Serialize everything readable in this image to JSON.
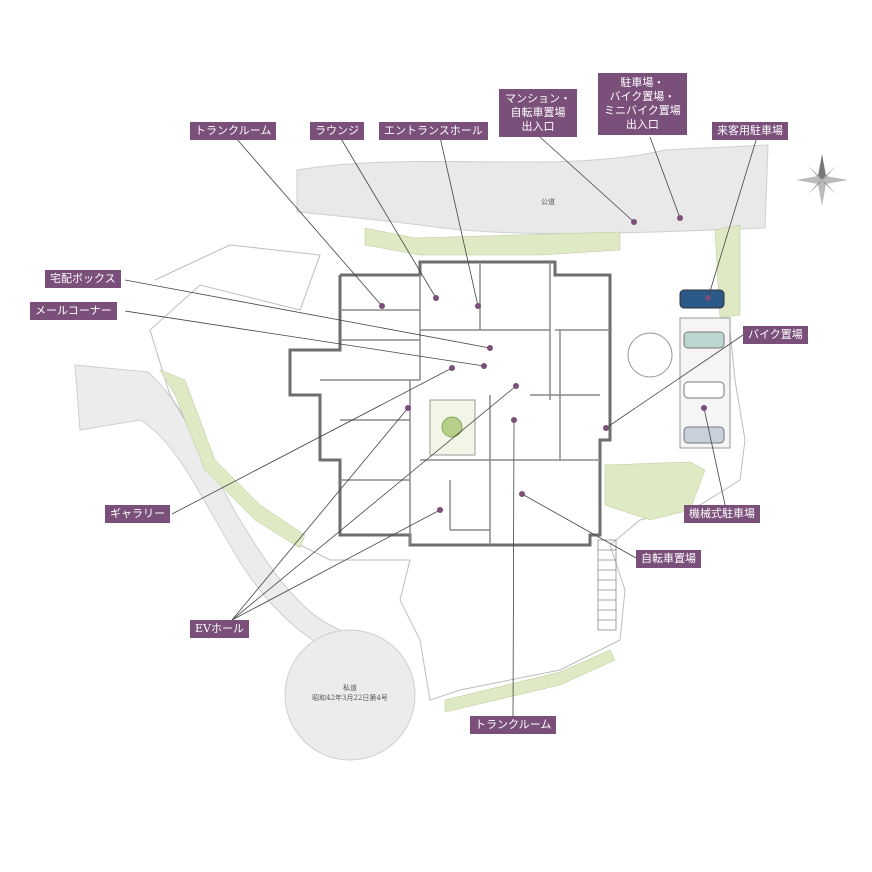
{
  "labels": {
    "trunk_room_top": "トランクルーム",
    "lounge": "ラウンジ",
    "entrance_hall": "エントランスホール",
    "mansion_entrance": "マンション・\n自転車置場\n出入口",
    "parking_entrance": "駐車場・\nバイク置場・\nミニバイク置場\n出入口",
    "visitor_parking": "来客用駐車場",
    "delivery_box": "宅配ボックス",
    "mail_corner": "メールコーナー",
    "bike_parking": "バイク置場",
    "gallery": "ギャラリー",
    "mechanical_parking": "機械式駐車場",
    "bicycle_parking": "自転車置場",
    "ev_hall": "EVホール",
    "trunk_room_bottom": "トランクルーム"
  },
  "map": {
    "public_road": "公道",
    "private_road_title": "私道",
    "private_road_number": "昭和42年3月22日第4号"
  },
  "colors": {
    "label_bg": "#7a4f7a",
    "road": "#e9e9e9",
    "greenery": "#d9e6b8",
    "wall": "#6e6e6e",
    "dot": "#7a4f7a"
  }
}
